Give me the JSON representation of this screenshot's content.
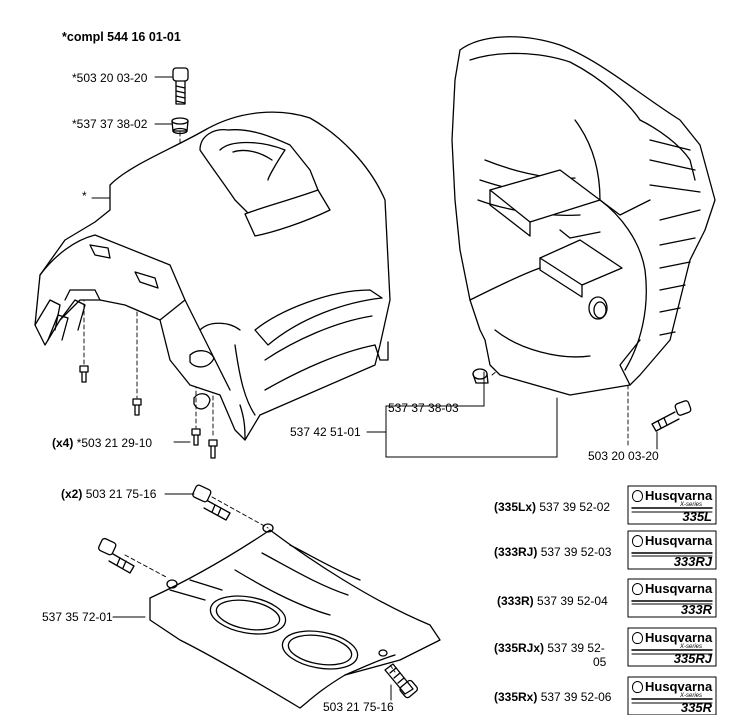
{
  "title": "*compl 544 16 01-01",
  "parts": {
    "screw_top": "*503 20 03-20",
    "washer_top": "*537 37 38-02",
    "cover_marker": "*",
    "screw_x4_prefix": "(x4)",
    "screw_x4": "*503 21 29-10",
    "grommet": "537 37 38-03",
    "cylinder_cover": "537 42 51-01",
    "screw_right": "503 20 03-20",
    "screw_x2_prefix": "(x2)",
    "screw_x2": "503 21 75-16",
    "plate": "537 35 72-01",
    "screw_bottom": "503 21 75-16"
  },
  "decals": [
    {
      "prefix": "(335Lx)",
      "number": "537 39 52-02",
      "number_cont": "",
      "brand": "Husqvarna",
      "series": "X-series",
      "model": "335L"
    },
    {
      "prefix": "(333RJ)",
      "number": "537 39 52-03",
      "number_cont": "",
      "brand": "Husqvarna",
      "series": "",
      "model": "333RJ"
    },
    {
      "prefix": "(333R)",
      "number": "537 39 52-04",
      "number_cont": "",
      "brand": "Husqvarna",
      "series": "",
      "model": "333R"
    },
    {
      "prefix": "(335RJx)",
      "number": "537 39 52-",
      "number_cont": "05",
      "brand": "Husqvarna",
      "series": "X-series",
      "model": "335RJ"
    },
    {
      "prefix": "(335Rx)",
      "number": "537 39 52-06",
      "number_cont": "",
      "brand": "Husqvarna",
      "series": "X-series",
      "model": "335R"
    }
  ]
}
